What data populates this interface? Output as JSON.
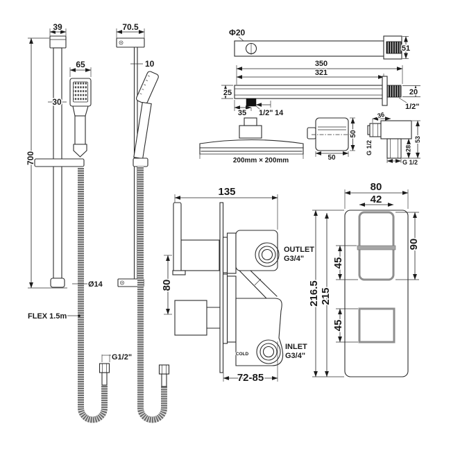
{
  "views": {
    "rail_front": {
      "bracket_width": "39",
      "head_width": "65",
      "rail_width": "30",
      "rail_height": "700",
      "hose_diameter": "Ø14",
      "hose_length": "FLEX 1.5m",
      "hose_thread": "G1/2\""
    },
    "rail_side": {
      "bracket_depth": "70.5",
      "rail_depth": "10"
    },
    "arm_top": {
      "diameter": "Φ20",
      "wall_plate_size": "51"
    },
    "arm_side": {
      "length_total": "350",
      "length_to_wall": "321",
      "bar_height": "25",
      "drop_offset": "35",
      "drop_thread": "1/2\"",
      "drop_length": "14",
      "wall_thread_dia": "20",
      "wall_thread": "1/2\""
    },
    "head_side": {
      "size": "200mm × 200mm"
    },
    "head_top": {
      "width": "50",
      "depth": "50"
    },
    "wall_elbow": {
      "top_width": "36",
      "height": "53",
      "drop_height": "28",
      "side_thread": "G 1/2",
      "bottom_thread": "G 1/2"
    },
    "valve": {
      "width": "135",
      "handle_spacing": "80",
      "depth_range": "72-85",
      "outlet_label": "OUTLET",
      "outlet_thread": "G3/4\"",
      "inlet_label": "INLET",
      "inlet_thread": "G3/4\"",
      "cold_marking": "COLD"
    },
    "faceplate": {
      "width": "80",
      "opening_width": "42",
      "overall_height": "216.5",
      "plate_height": "215",
      "opening_height": "90",
      "square_offset_top": "45",
      "square_offset_bottom": "45"
    }
  }
}
